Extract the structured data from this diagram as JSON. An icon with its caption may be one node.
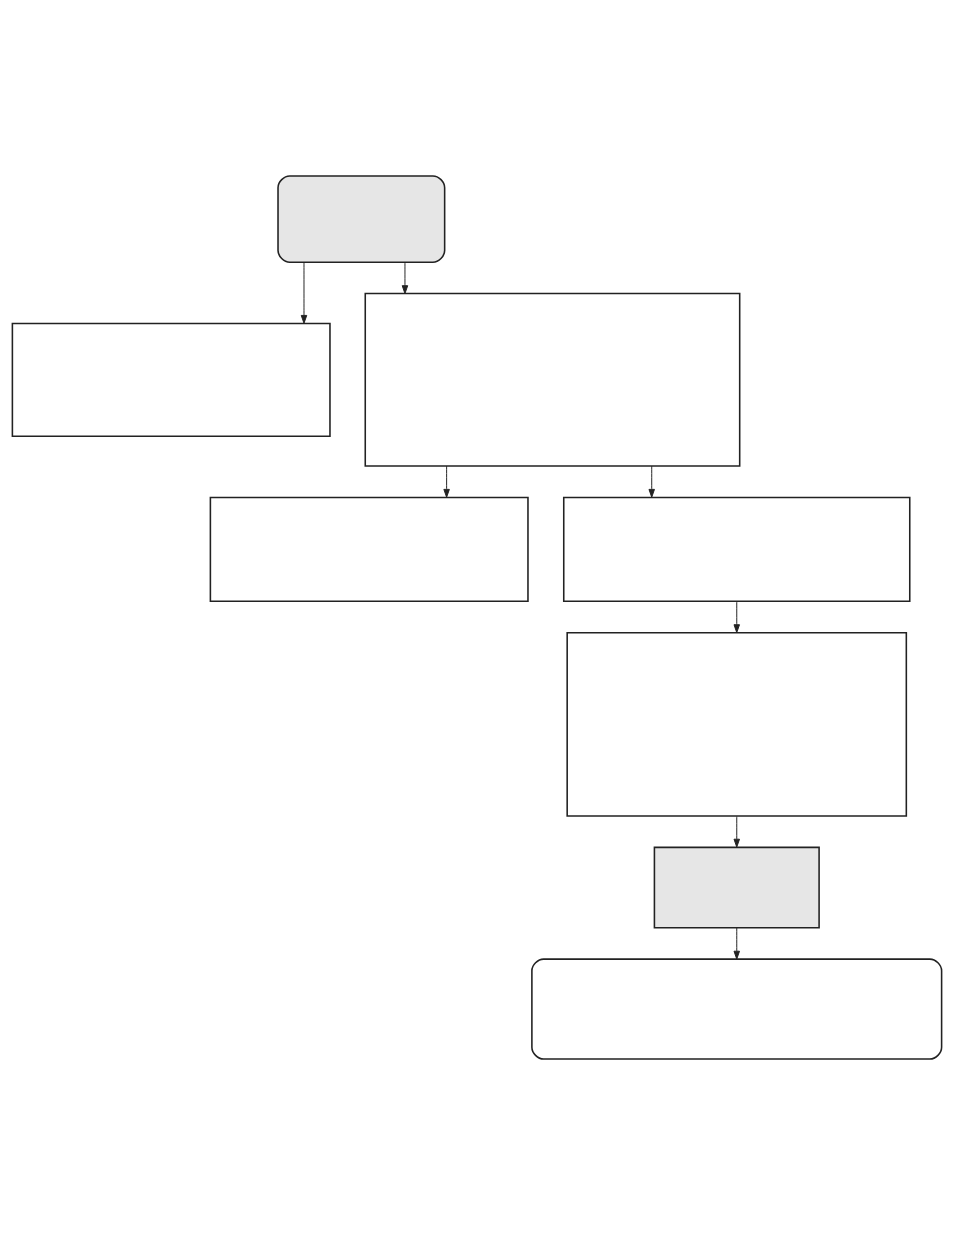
{
  "diagram": {
    "nodes": [
      {
        "text": [],
        "shape": "box"
      },
      {
        "text": [],
        "shape": "box"
      },
      {
        "text": [],
        "shape": "box"
      },
      {
        "text": [],
        "shape": "box"
      },
      {
        "text": [],
        "shape": "box"
      },
      {
        "text": [],
        "shape": "box"
      },
      {
        "text": [],
        "shape": "box"
      },
      {
        "text": [],
        "shape": "box"
      }
    ],
    "edges": [
      {
        "from": 0,
        "to": 1,
        "arrow": "to"
      },
      {
        "from": 0,
        "to": 2,
        "arrow": "to"
      },
      {
        "from": 2,
        "to": 3,
        "arrow": "to"
      },
      {
        "from": 2,
        "to": 4,
        "arrow": "to"
      },
      {
        "from": 4,
        "to": 5,
        "arrow": "to"
      },
      {
        "from": 5,
        "to": 6,
        "arrow": "to"
      },
      {
        "from": 6,
        "to": 7,
        "arrow": "to"
      }
    ]
  }
}
